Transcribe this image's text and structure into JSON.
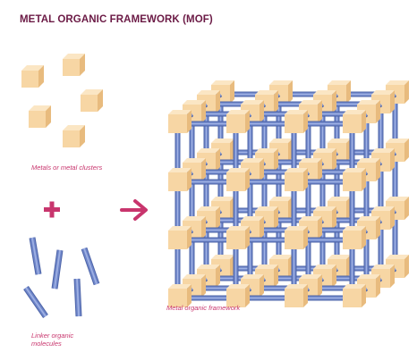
{
  "title": "METAL ORGANIC FRAMEWORK (MOF)",
  "labels": {
    "metals": "Metals or metal clusters",
    "linkers": "Linker organic molecules",
    "framework": "Metal organic framework"
  },
  "symbols": {
    "plus": "plus-icon",
    "arrow": "arrow-right-icon"
  },
  "colors": {
    "title": "#6b1a45",
    "accent": "#c8356d",
    "cube_front": "#f7d6a4",
    "cube_top": "#fbe6c4",
    "cube_side": "#e8bb7e",
    "rod": "#6f86c9",
    "rod_light": "#9fb1e4",
    "rod_dark": "#4d64a8"
  }
}
